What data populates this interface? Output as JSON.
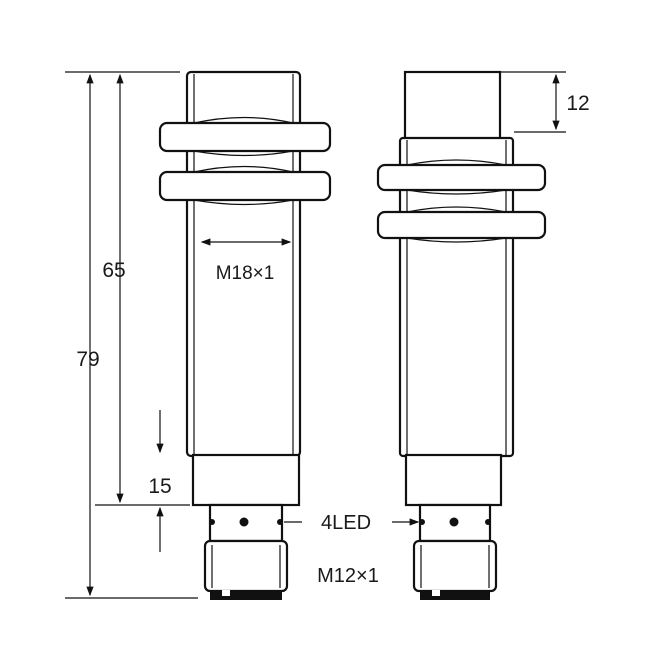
{
  "dimensions": {
    "overall_length": "79",
    "thread_length": "65",
    "lower_length": "15",
    "cap_length": "12",
    "body_thread": "M18×1",
    "connector_thread": "M12×1",
    "led_label": "4LED"
  }
}
